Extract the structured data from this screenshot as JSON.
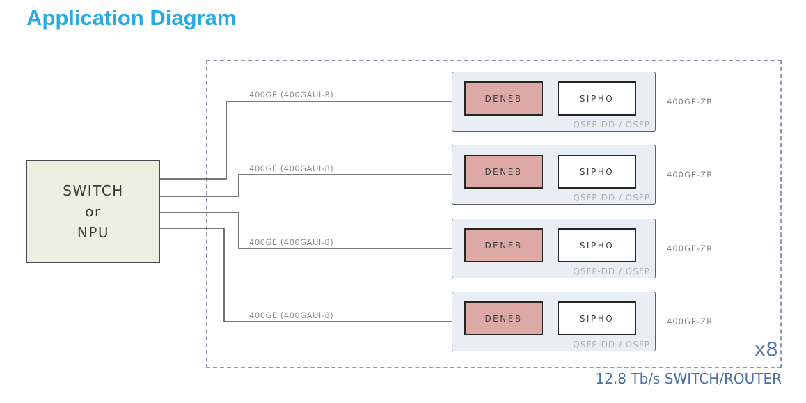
{
  "title": "Application Diagram",
  "switch_node": {
    "lines": [
      "SWITCH",
      "or",
      "NPU"
    ]
  },
  "modules": [
    {
      "dsp_chip": "DENEB",
      "optics_chip": "SIPHO",
      "form_factor": "QSFP-DD / OSFP",
      "host_link": "400GE (400GAUI-8)",
      "line_output": "400GE-ZR"
    },
    {
      "dsp_chip": "DENEB",
      "optics_chip": "SIPHO",
      "form_factor": "QSFP-DD / OSFP",
      "host_link": "400GE (400GAUI-8)",
      "line_output": "400GE-ZR"
    },
    {
      "dsp_chip": "DENEB",
      "optics_chip": "SIPHO",
      "form_factor": "QSFP-DD / OSFP",
      "host_link": "400GE (400GAUI-8)",
      "line_output": "400GE-ZR"
    },
    {
      "dsp_chip": "DENEB",
      "optics_chip": "SIPHO",
      "form_factor": "QSFP-DD / OSFP",
      "host_link": "400GE (400GAUI-8)",
      "line_output": "400GE-ZR"
    }
  ],
  "multiplier": "x8",
  "boundary_caption": "12.8 Tb/s SWITCH/ROUTER",
  "colors": {
    "title_accent": "#29ABE2",
    "switch_fill": "#EDEFE0",
    "module_fill": "#E9EDF4",
    "deneb_fill": "#DDA9A4",
    "sipho_fill": "#FFFFFF",
    "wire": "#4F4F4F",
    "boundary_dash": "#8E9BAE",
    "caption_blue": "#4E6FA3"
  }
}
